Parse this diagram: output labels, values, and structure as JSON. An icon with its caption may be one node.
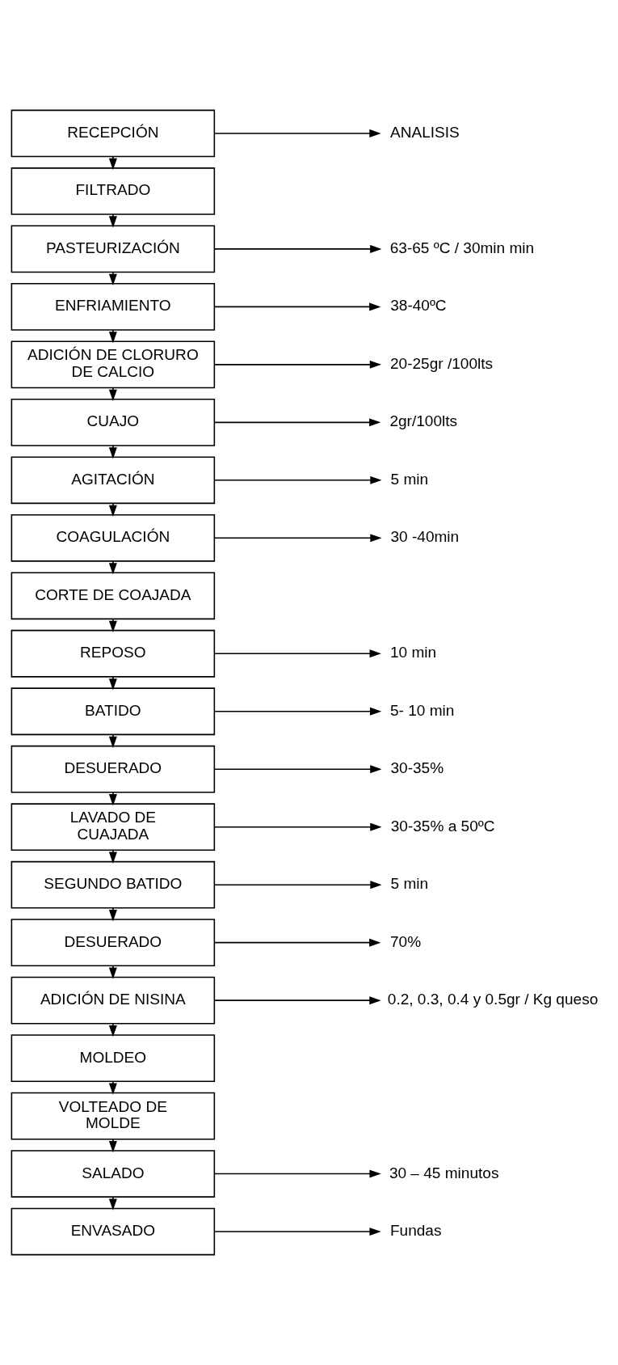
{
  "diagram": {
    "nodes": [
      {
        "text": [
          "RECEPCIÓN"
        ]
      },
      {
        "text": [
          "ANALISIS"
        ]
      },
      {
        "text": [
          "FILTRADO"
        ]
      },
      {
        "text": [
          "PASTEURIZACIÓN"
        ]
      },
      {
        "text": [
          "63-65 ºC / 30min min"
        ]
      },
      {
        "text": [
          "ENFRIAMIENTO"
        ]
      },
      {
        "text": [
          "38-40ºC"
        ]
      },
      {
        "text": [
          "ADICIÓN DE CLORURO DE CALCIO"
        ]
      },
      {
        "text": [
          "20-25gr /100lts"
        ]
      },
      {
        "text": [
          "CUAJO"
        ]
      },
      {
        "text": [
          "2gr/100lts"
        ]
      },
      {
        "text": [
          "AGITACIÓN"
        ]
      },
      {
        "text": [
          "5 min"
        ]
      },
      {
        "text": [
          "COAGULACIÓN"
        ]
      },
      {
        "text": [
          "30 -40min"
        ]
      },
      {
        "text": [
          "CORTE DE COAJADA"
        ]
      },
      {
        "text": [
          "REPOSO"
        ]
      },
      {
        "text": [
          "10 min"
        ]
      },
      {
        "text": [
          "BATIDO"
        ]
      },
      {
        "text": [
          "5- 10 min"
        ]
      },
      {
        "text": [
          "DESUERADO"
        ]
      },
      {
        "text": [
          "30-35%"
        ]
      },
      {
        "text": [
          "LAVADO DE CUAJADA"
        ]
      },
      {
        "text": [
          "30-35% a 50ºC"
        ]
      },
      {
        "text": [
          "SEGUNDO BATIDO"
        ]
      },
      {
        "text": [
          "5 min"
        ]
      },
      {
        "text": [
          "DESUERADO"
        ]
      },
      {
        "text": [
          "70%"
        ]
      },
      {
        "text": [
          "ADICIÓN DE NISINA"
        ]
      },
      {
        "text": [
          "0.2, 0.3, 0.4 y 0.5gr / Kg queso"
        ]
      },
      {
        "text": [
          "MOLDEO"
        ]
      },
      {
        "text": [
          "VOLTEADO DE MOLDE"
        ]
      },
      {
        "text": [
          "SALADO"
        ]
      },
      {
        "text": [
          "30 – 45 minutos"
        ]
      },
      {
        "text": [
          "ENVASADO"
        ]
      },
      {
        "text": [
          "Fundas"
        ]
      }
    ],
    "edges": [
      {
        "from": 0,
        "to": 1,
        "arrow": "to"
      },
      {
        "from": 0,
        "to": 2,
        "arrow": "to"
      },
      {
        "from": 2,
        "to": 3,
        "arrow": "to"
      },
      {
        "from": 3,
        "to": 4,
        "arrow": "to"
      },
      {
        "from": 3,
        "to": 5,
        "arrow": "to"
      },
      {
        "from": 5,
        "to": 6,
        "arrow": "to"
      },
      {
        "from": 5,
        "to": 7,
        "arrow": "to"
      },
      {
        "from": 7,
        "to": 8,
        "arrow": "to"
      },
      {
        "from": 7,
        "to": 9,
        "arrow": "to"
      },
      {
        "from": 9,
        "to": 10,
        "arrow": "to"
      },
      {
        "from": 9,
        "to": 11,
        "arrow": "to"
      },
      {
        "from": 11,
        "to": 12,
        "arrow": "to"
      },
      {
        "from": 11,
        "to": 13,
        "arrow": "to"
      },
      {
        "from": 13,
        "to": 14,
        "arrow": "to"
      },
      {
        "from": 13,
        "to": 15,
        "arrow": "to"
      },
      {
        "from": 15,
        "to": 16,
        "arrow": "to"
      },
      {
        "from": 16,
        "to": 17,
        "arrow": "to"
      },
      {
        "from": 16,
        "to": 18,
        "arrow": "to"
      },
      {
        "from": 18,
        "to": 19,
        "arrow": "to"
      },
      {
        "from": 18,
        "to": 20,
        "arrow": "to"
      },
      {
        "from": 20,
        "to": 21,
        "arrow": "to"
      },
      {
        "from": 20,
        "to": 22,
        "arrow": "to"
      },
      {
        "from": 22,
        "to": 23,
        "arrow": "to"
      },
      {
        "from": 22,
        "to": 24,
        "arrow": "to"
      },
      {
        "from": 24,
        "to": 25,
        "arrow": "to"
      },
      {
        "from": 24,
        "to": 26,
        "arrow": "to"
      },
      {
        "from": 26,
        "to": 27,
        "arrow": "to"
      },
      {
        "from": 26,
        "to": 28,
        "arrow": "to"
      },
      {
        "from": 28,
        "to": 29,
        "arrow": "to"
      },
      {
        "from": 28,
        "to": 30,
        "arrow": "to"
      },
      {
        "from": 30,
        "to": 31,
        "arrow": "to"
      },
      {
        "from": 31,
        "to": 32,
        "arrow": "to"
      },
      {
        "from": 32,
        "to": 33,
        "arrow": "to"
      },
      {
        "from": 32,
        "to": 34,
        "arrow": "to"
      },
      {
        "from": 34,
        "to": 35,
        "arrow": "to"
      }
    ]
  }
}
